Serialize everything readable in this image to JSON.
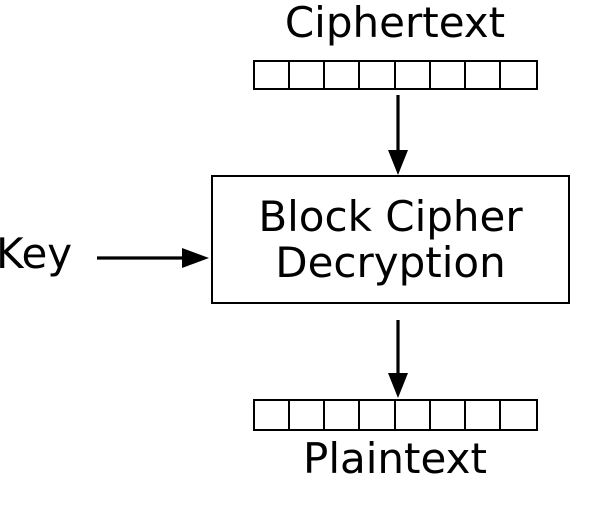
{
  "diagram": {
    "title": "Block Cipher Decryption",
    "type": "flow-diagram",
    "background_color": "#ffffff",
    "stroke_color": "#000000",
    "nodes": {
      "ciphertext": {
        "label": "Ciphertext",
        "cell_count": 8
      },
      "plaintext": {
        "label": "Plaintext",
        "cell_count": 8
      },
      "key": {
        "label": "Key"
      },
      "process": {
        "line1": "Block Cipher",
        "line2": "Decryption"
      }
    },
    "arrows": [
      {
        "name": "ciphertext-to-cipher",
        "from": "ciphertext",
        "to": "process",
        "direction": "down"
      },
      {
        "name": "key-to-cipher",
        "from": "key",
        "to": "process",
        "direction": "right"
      },
      {
        "name": "cipher-to-plaintext",
        "from": "process",
        "to": "plaintext",
        "direction": "down"
      }
    ]
  }
}
